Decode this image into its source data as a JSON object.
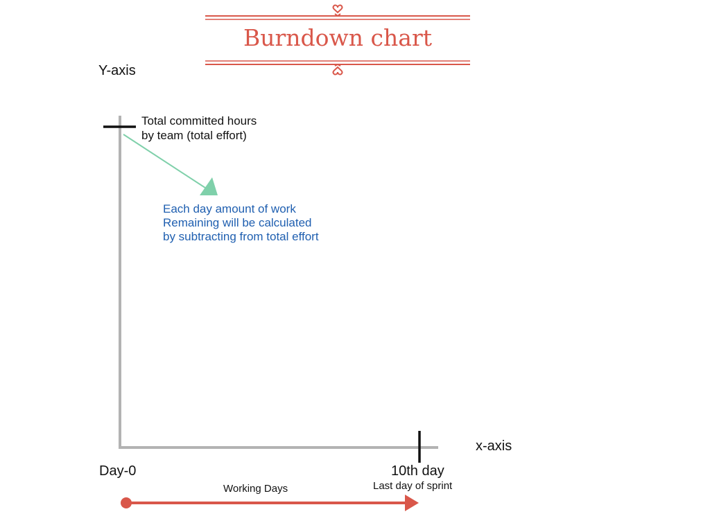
{
  "title": "Burndown chart",
  "axes": {
    "y_label": "Y-axis",
    "x_label": "x-axis"
  },
  "annotations": {
    "total_effort": {
      "lines": [
        "Total committed hours",
        "by team (total effort)"
      ]
    },
    "remaining_work": {
      "lines": [
        "Each day amount of work",
        "Remaining will be calculated",
        "by subtracting from total effort"
      ]
    }
  },
  "x_markers": {
    "start": "Day-0",
    "end": "10th day",
    "end_note": "Last day of sprint"
  },
  "timeline": {
    "label": "Working Days"
  },
  "colors": {
    "accent": "#d9574a",
    "axis": "#b3b3b3",
    "marker": "#111111",
    "arrow": "#7fd0aa",
    "annotation_text": "#1f5fb0"
  }
}
